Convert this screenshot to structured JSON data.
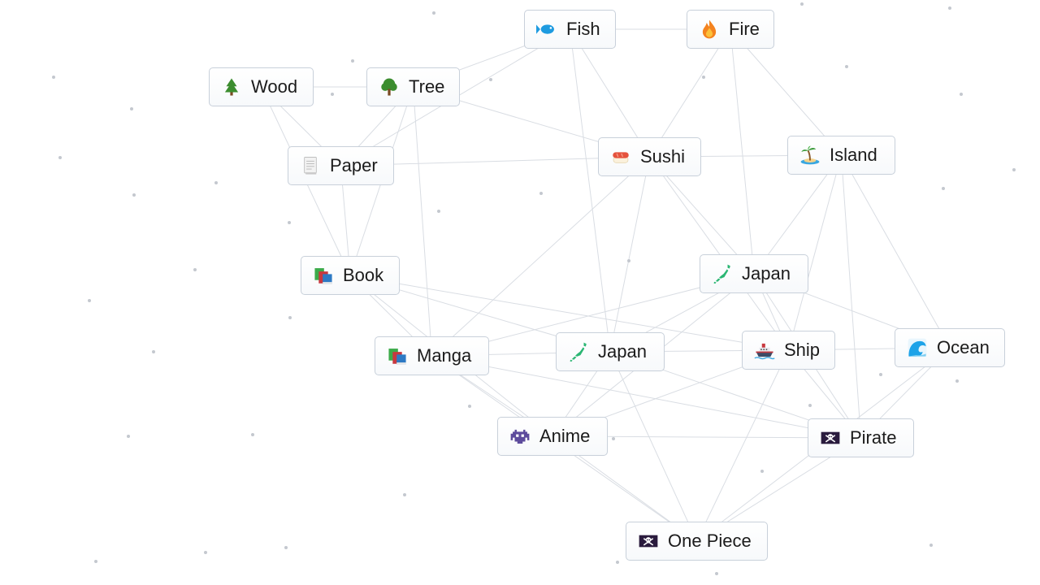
{
  "items": [
    {
      "key": "fish",
      "label": "Fish",
      "icon": "fish-icon"
    },
    {
      "key": "fire",
      "label": "Fire",
      "icon": "fire-icon"
    },
    {
      "key": "wood",
      "label": "Wood",
      "icon": "evergreen-tree-icon"
    },
    {
      "key": "tree",
      "label": "Tree",
      "icon": "deciduous-tree-icon"
    },
    {
      "key": "paper",
      "label": "Paper",
      "icon": "page-icon"
    },
    {
      "key": "sushi",
      "label": "Sushi",
      "icon": "sushi-icon"
    },
    {
      "key": "island",
      "label": "Island",
      "icon": "desert-island-icon"
    },
    {
      "key": "book",
      "label": "Book",
      "icon": "books-icon"
    },
    {
      "key": "japan1",
      "label": "Japan",
      "icon": "japan-map-icon"
    },
    {
      "key": "manga",
      "label": "Manga",
      "icon": "books-icon"
    },
    {
      "key": "japan2",
      "label": "Japan",
      "icon": "japan-map-icon"
    },
    {
      "key": "ship",
      "label": "Ship",
      "icon": "ship-icon"
    },
    {
      "key": "ocean",
      "label": "Ocean",
      "icon": "wave-icon"
    },
    {
      "key": "anime",
      "label": "Anime",
      "icon": "space-invader-icon"
    },
    {
      "key": "pirate",
      "label": "Pirate",
      "icon": "pirate-flag-icon"
    },
    {
      "key": "onepiece",
      "label": "One Piece",
      "icon": "pirate-flag-icon"
    }
  ],
  "colors": {
    "fish": "#1e9be0",
    "fire": "#f4831f",
    "tree": "#3c8d2f",
    "sushi": "#e5533d",
    "japan": "#2bb673",
    "ocean": "#1ea3e8",
    "anime": "#5d4b9c",
    "pirate": "#2a1b3d",
    "book_green": "#3cab4a",
    "book_red": "#c8383f",
    "book_blue": "#2d79c4"
  }
}
